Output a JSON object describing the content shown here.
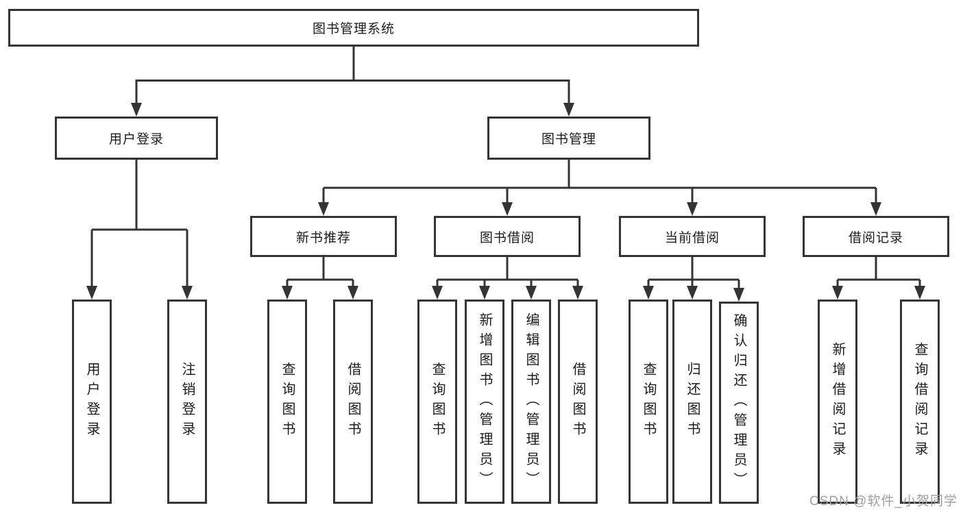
{
  "tree": {
    "root": {
      "label": "图书管理系统"
    },
    "branches": [
      {
        "label": "用户登录",
        "children": [
          {
            "label": "用户登录"
          },
          {
            "label": "注销登录"
          }
        ]
      },
      {
        "label": "图书管理",
        "children": [
          {
            "label": "新书推荐",
            "children": [
              {
                "label": "查询图书"
              },
              {
                "label": "借阅图书"
              }
            ]
          },
          {
            "label": "图书借阅",
            "children": [
              {
                "label": "查询图书"
              },
              {
                "label": "新增图书（管理员）"
              },
              {
                "label": "编辑图书（管理员）"
              },
              {
                "label": "借阅图书"
              }
            ]
          },
          {
            "label": "当前借阅",
            "children": [
              {
                "label": "查询图书"
              },
              {
                "label": "归还图书"
              },
              {
                "label": "确认归还（管理员）"
              }
            ]
          },
          {
            "label": "借阅记录",
            "children": [
              {
                "label": "新增借阅记录"
              },
              {
                "label": "查询借阅记录"
              }
            ]
          }
        ]
      }
    ]
  },
  "watermark": {
    "text": "CSDN @软件_小贺同学"
  },
  "colors": {
    "line": "#343434",
    "text": "#1c1c1c",
    "watermark": "#9e9e9e",
    "background": "#ffffff"
  }
}
